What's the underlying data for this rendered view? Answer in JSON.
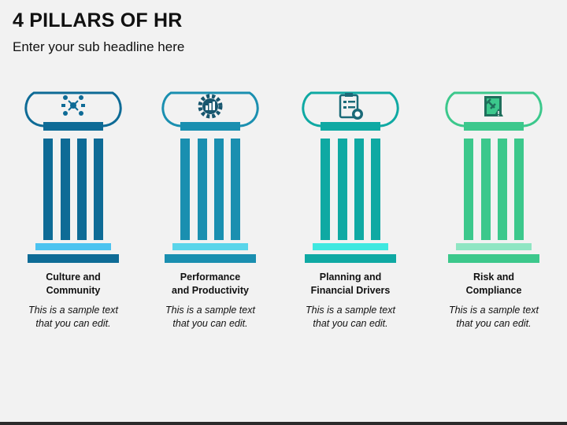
{
  "slide": {
    "title": "4 PILLARS OF HR",
    "subtitle": "Enter your sub headline here"
  },
  "pillars": [
    {
      "heading_line1": "Culture and",
      "heading_line2": "Community",
      "desc_line1": "This is a sample text",
      "desc_line2": "that you can edit.",
      "icon": "people-network-icon",
      "color": "#0e6b96",
      "base_light": "#4cc3f0"
    },
    {
      "heading_line1": "Performance",
      "heading_line2": "and Productivity",
      "desc_line1": "This is a sample text",
      "desc_line2": "that you can edit.",
      "icon": "gear-chart-icon",
      "color": "#1a8fb0",
      "base_light": "#5ad5ea"
    },
    {
      "heading_line1": "Planning and",
      "heading_line2": "Financial Drivers",
      "desc_line1": "This is a sample text",
      "desc_line2": "that you can edit.",
      "icon": "clipboard-coin-icon",
      "color": "#0fa9a3",
      "base_light": "#3fe8e0"
    },
    {
      "heading_line1": "Risk and",
      "heading_line2": "Compliance",
      "desc_line1": "This is a sample text",
      "desc_line2": "that you can edit.",
      "icon": "legal-warning-icon",
      "color": "#3cc88c",
      "base_light": "#8fe6c3"
    }
  ]
}
